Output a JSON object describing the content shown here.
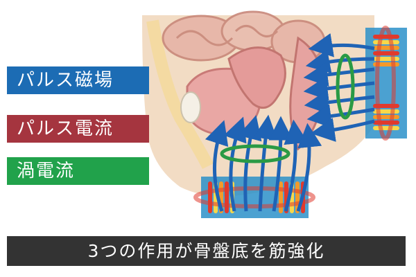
{
  "legend": {
    "items": [
      {
        "label": "パルス磁場",
        "color": "#1c6cb4"
      },
      {
        "label": "パルス電流",
        "color": "#a5353f"
      },
      {
        "label": "渦電流",
        "color": "#21a24b"
      }
    ]
  },
  "caption": "3つの作用が骨盤底を筋強化",
  "colors": {
    "arrow_blue": "#1f63b5",
    "coil_orange": "#f39a2a",
    "coil_yellow": "#f7d84a",
    "coil_red": "#e03a2d",
    "coil_blue": "#2b90c9",
    "eddy_green": "#2a9a45",
    "tissue_pink": "#e9a7a4",
    "skin": "#f2dcc4"
  }
}
